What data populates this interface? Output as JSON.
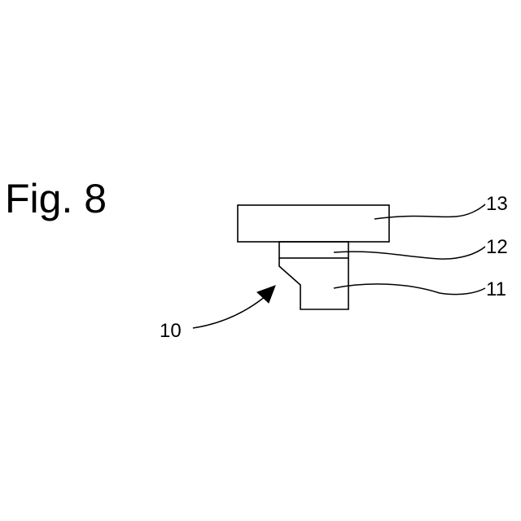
{
  "figure": {
    "title": "Fig. 8"
  },
  "labels": {
    "assembly": "10",
    "part_11": "11",
    "part_12": "12",
    "part_13": "13"
  },
  "colors": {
    "line": "#000000",
    "background": "#ffffff"
  }
}
